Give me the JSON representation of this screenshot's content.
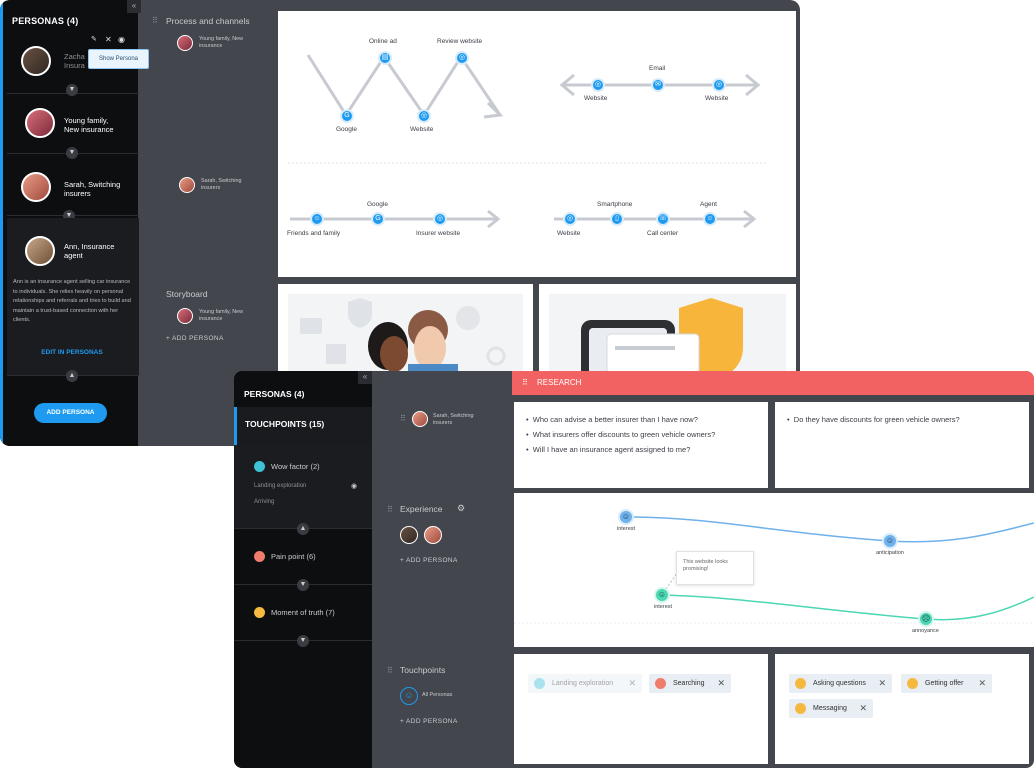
{
  "top": {
    "sidebar": {
      "title": "PERSONAS (4)",
      "tooltip": "Show Persona",
      "personas": [
        {
          "name": "Zacha\nInsura"
        },
        {
          "name": "Young family,\nNew insurance"
        },
        {
          "name": "Sarah, Switching\ninsurers"
        },
        {
          "name": "Ann, Insurance\nagent"
        }
      ],
      "description": "Ann is an insurance agent selling car insurance to individuals. She relies heavily on personal relationships and referrals and tries to build and maintain a trust-based connection with her clients.",
      "edit_label": "EDIT IN PERSONAS",
      "add_label": "ADD PERSONA"
    },
    "sections": {
      "process": "Process and channels",
      "process_persona1": "Young family, New\ninsurance",
      "process_persona2": "Sarah, Switching\ninsurers",
      "storyboard": "Storyboard",
      "storyboard_persona": "Young family, New\ninsurance",
      "add_persona": "+ ADD PERSONA"
    },
    "journey1": {
      "labels": [
        "Online ad",
        "Review website",
        "Google",
        "Website"
      ],
      "right_labels": [
        "Email",
        "Website",
        "Website"
      ]
    },
    "journey2": {
      "labels": [
        "Google",
        "Friends and family",
        "Insurer website"
      ],
      "right_labels": [
        "Smartphone",
        "Agent",
        "Website",
        "Call center"
      ]
    }
  },
  "bottom": {
    "sidebar": {
      "title": "PERSONAS (4)",
      "touchpoints": "TOUCHPOINTS (15)",
      "groups": [
        {
          "label": "Wow factor (2)",
          "color": "#3fc1d6"
        },
        {
          "label": "Pain point (6)",
          "color": "#f07c6c"
        },
        {
          "label": "Moment of truth (7)",
          "color": "#f5b940"
        }
      ],
      "sub": [
        "Landing exploration",
        "Arriving"
      ]
    },
    "middle": {
      "persona": "Sarah, Switching\ninsurers",
      "experience": "Experience",
      "add_persona": "+ ADD PERSONA",
      "touchpoints": "Touchpoints",
      "all_personas": "All Personas",
      "add_persona2": "+ ADD PERSONA"
    },
    "research": {
      "banner": "RESEARCH",
      "left": [
        "Who can advise a better insurer than I have now?",
        "What insurers offer discounts to green vehicle owners?",
        "Will I have an insurance agent assigned to me?"
      ],
      "right": [
        "Do they have discounts for green vehicle owners?"
      ]
    },
    "experience": {
      "labels": [
        "interest",
        "anticipation",
        "interest",
        "annoyance"
      ],
      "note": "This website looks\npromising!"
    },
    "chips_left": [
      "Landing exploration",
      "Searching"
    ],
    "chips_right": [
      "Asking questions",
      "Getting offer",
      "Messaging"
    ]
  }
}
